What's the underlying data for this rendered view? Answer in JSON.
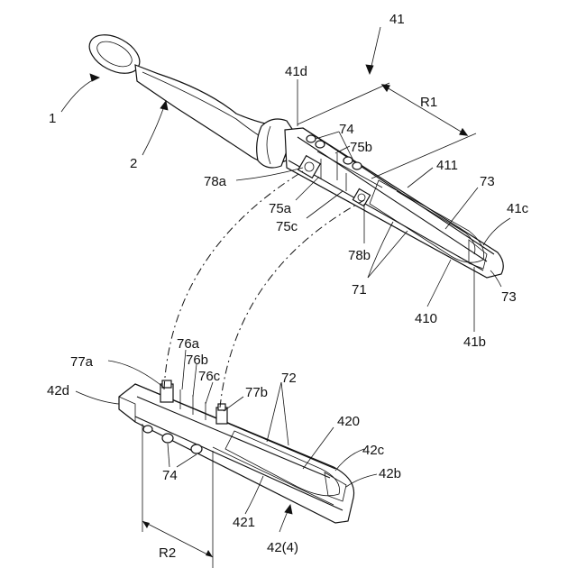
{
  "labels": {
    "l41": "41",
    "l1": "1",
    "l41d": "41d",
    "lR1": "R1",
    "l2": "2",
    "l74top": "74",
    "l75b": "75b",
    "l411": "411",
    "l78a": "78a",
    "l73a": "73",
    "l41c": "41c",
    "l75a": "75a",
    "l75c": "75c",
    "l78b": "78b",
    "l71": "71",
    "l410": "410",
    "l73b": "73",
    "l41b": "41b",
    "l76a": "76a",
    "l77a": "77a",
    "l76b": "76b",
    "l76c": "76c",
    "l72": "72",
    "l42d": "42d",
    "l77b": "77b",
    "l420": "420",
    "l42c": "42c",
    "l74bot": "74",
    "l42b": "42b",
    "l421": "421",
    "lR2": "R2",
    "l424": "42(4)"
  }
}
